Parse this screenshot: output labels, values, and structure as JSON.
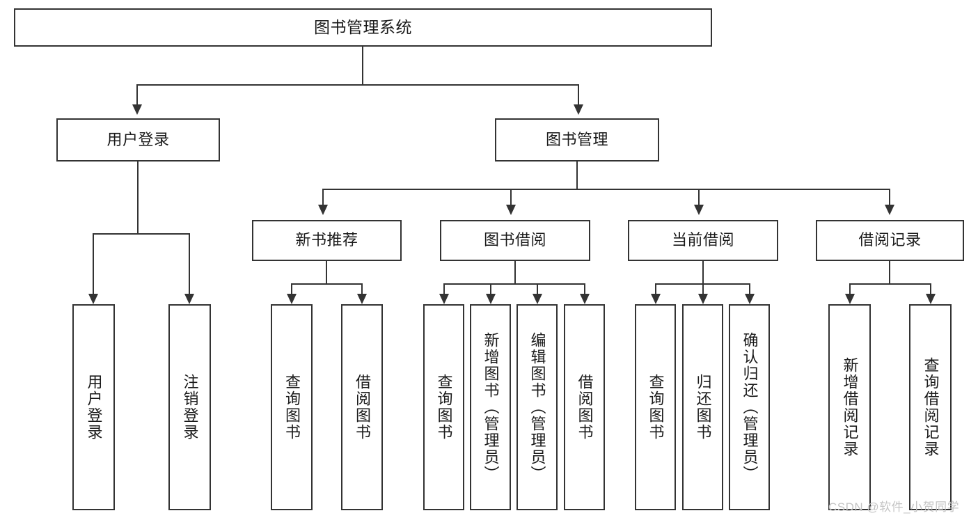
{
  "diagram": {
    "title_node": {
      "label": "图书管理系统"
    },
    "level2": [
      {
        "id": "user-login",
        "label": "用户登录"
      },
      {
        "id": "book-manage",
        "label": "图书管理"
      }
    ],
    "level3": [
      {
        "id": "new-book-recommend",
        "label": "新书推荐"
      },
      {
        "id": "book-borrow",
        "label": "图书借阅"
      },
      {
        "id": "current-borrow",
        "label": "当前借阅"
      },
      {
        "id": "borrow-record",
        "label": "借阅记录"
      }
    ],
    "leaves": [
      {
        "id": "leaf-user-login",
        "label": "用户登录"
      },
      {
        "id": "leaf-logout-login",
        "label": "注销登录"
      },
      {
        "id": "leaf-query-book-1",
        "label": "查询图书"
      },
      {
        "id": "leaf-borrow-book-1",
        "label": "借阅图书"
      },
      {
        "id": "leaf-query-book-2",
        "label": "查询图书"
      },
      {
        "id": "leaf-add-book-admin",
        "label": "新增图书（管理员）"
      },
      {
        "id": "leaf-edit-book-admin",
        "label": "编辑图书（管理员）"
      },
      {
        "id": "leaf-borrow-book-2",
        "label": "借阅图书"
      },
      {
        "id": "leaf-query-book-3",
        "label": "查询图书"
      },
      {
        "id": "leaf-return-book",
        "label": "归还图书"
      },
      {
        "id": "leaf-confirm-return-admin",
        "label": "确认归还（管理员）"
      },
      {
        "id": "leaf-add-borrow-record",
        "label": "新增借阅记录"
      },
      {
        "id": "leaf-query-borrow-record",
        "label": "查询借阅记录"
      }
    ]
  },
  "watermark": {
    "text": "CSDN @软件_小贺同学"
  },
  "colors": {
    "stroke": "#333333",
    "fill": "#ffffff",
    "text": "#1a1a1a",
    "watermark": "#c4c4c4"
  }
}
